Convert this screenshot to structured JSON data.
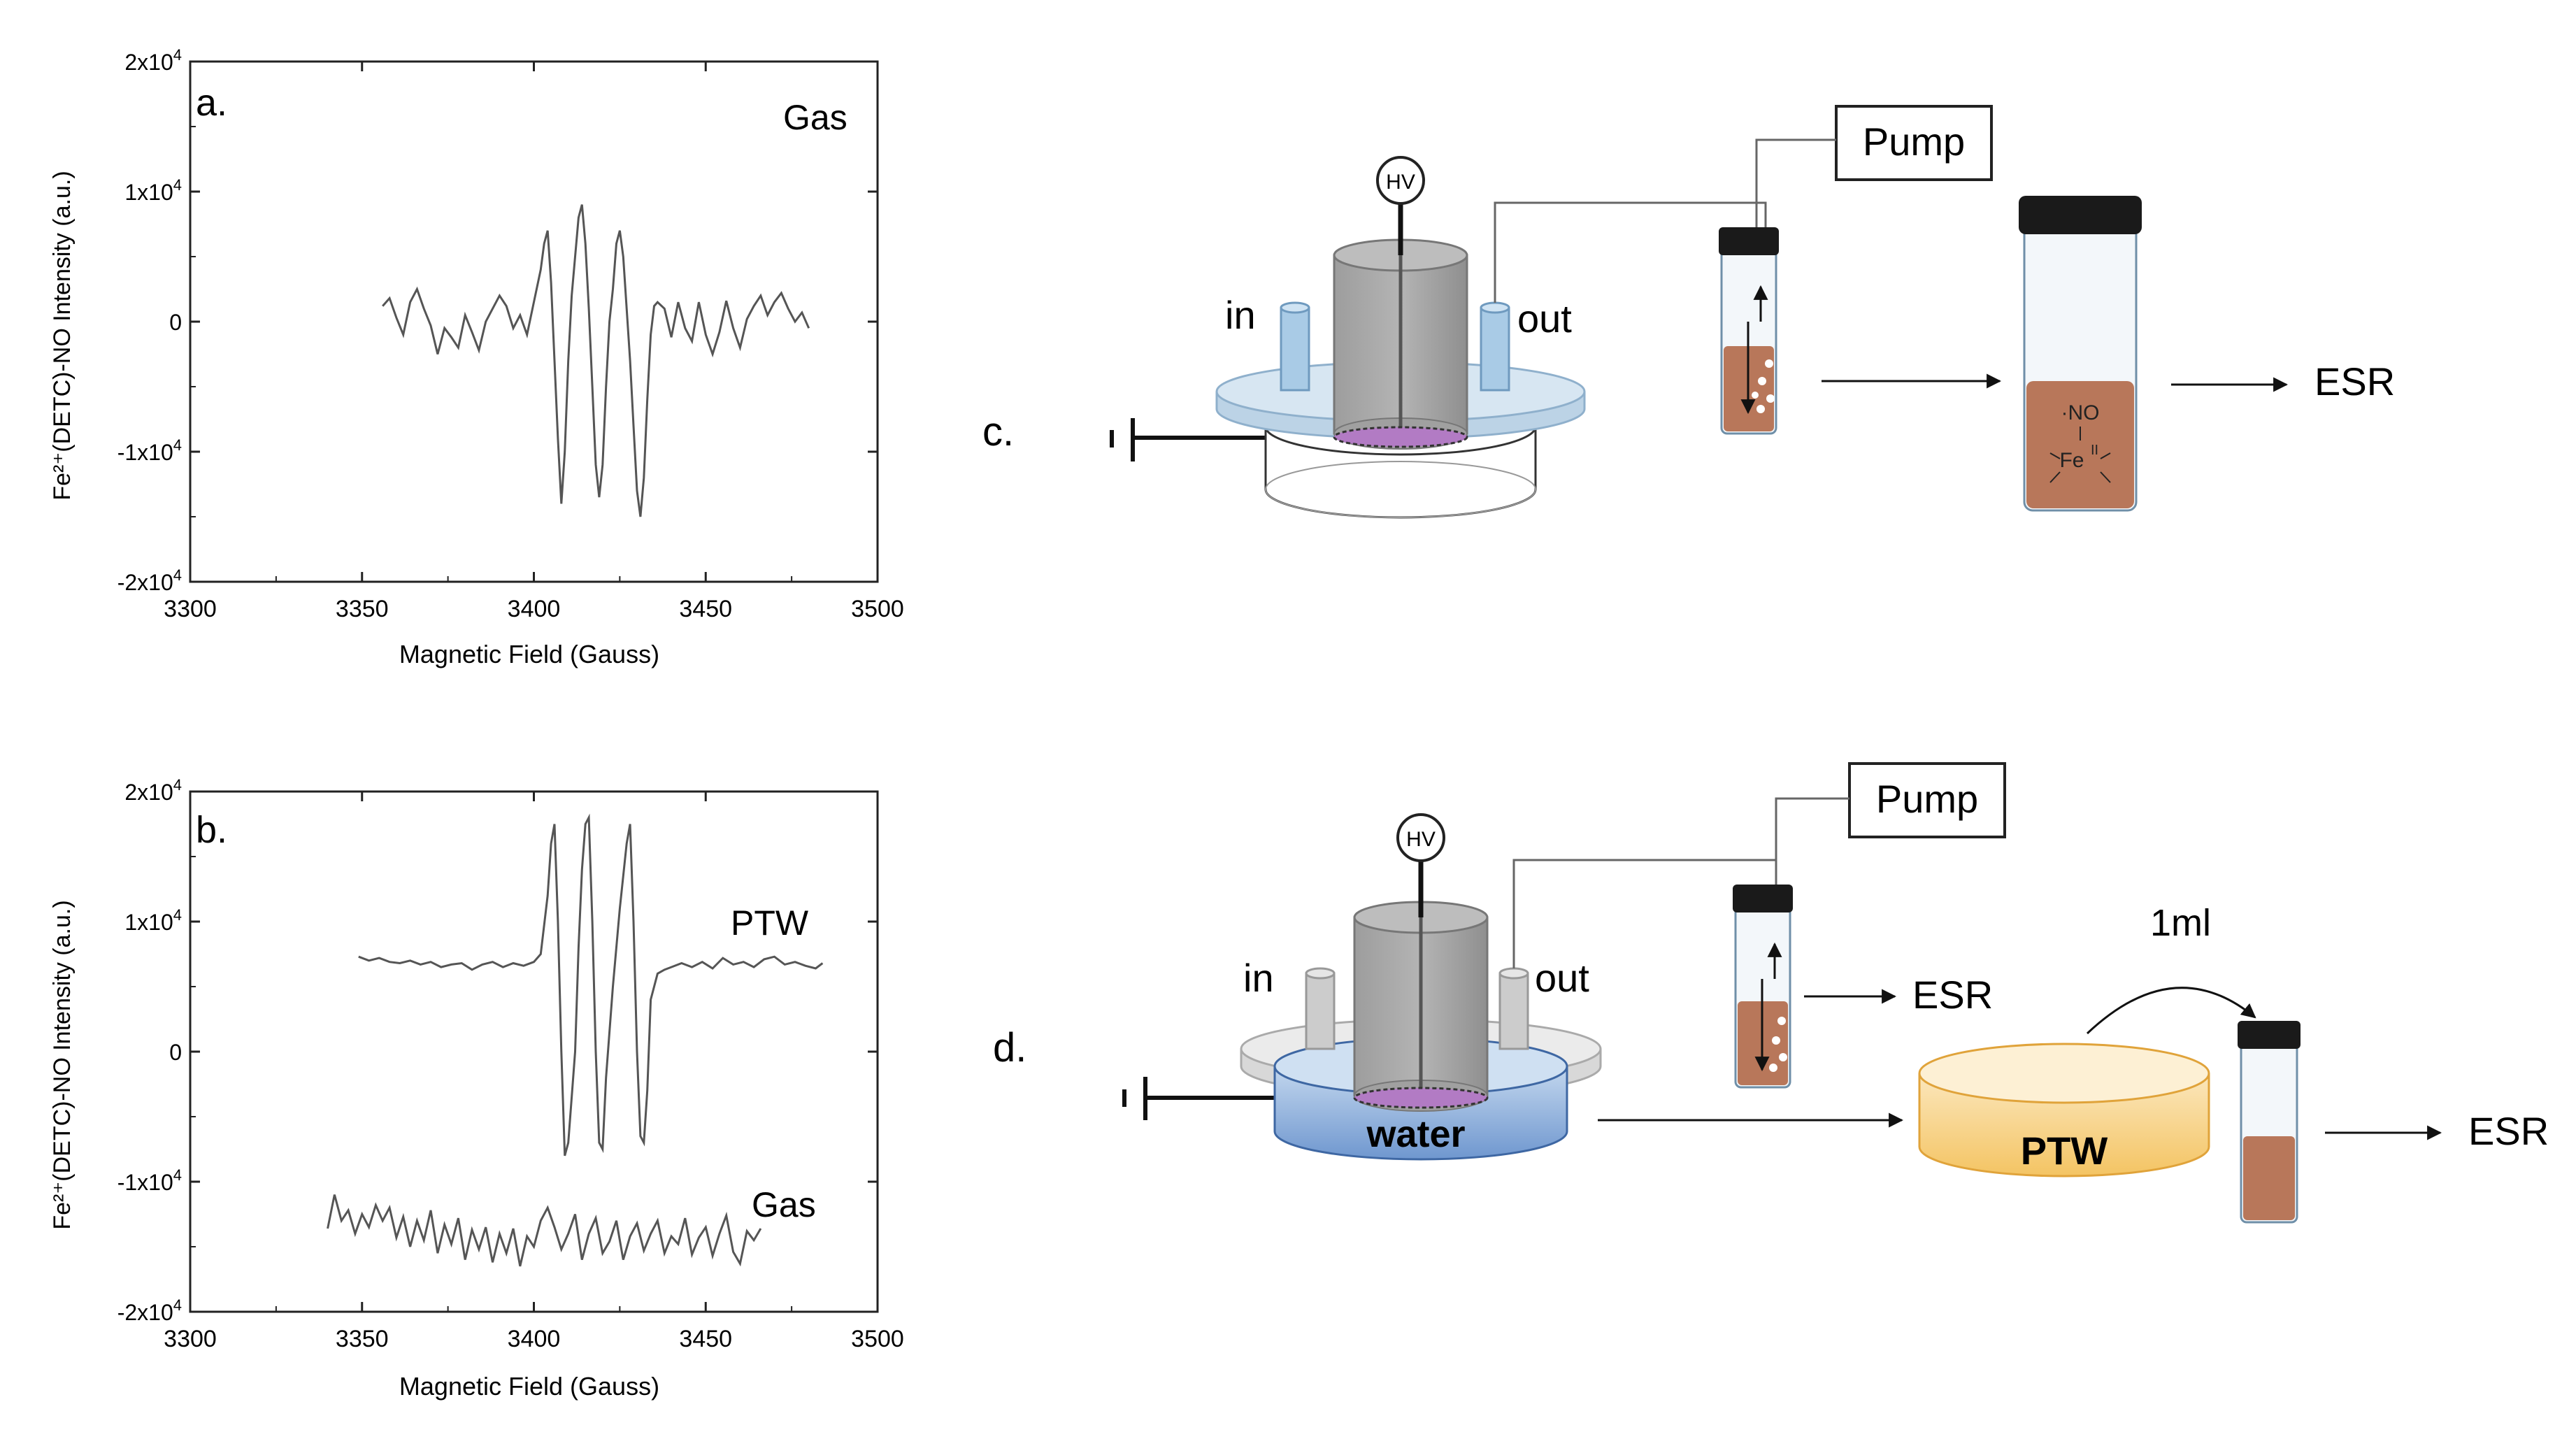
{
  "colors": {
    "axis": "#222222",
    "trace": "#555555",
    "cylinder": "#a3a3a3",
    "cylinder_dark": "#8a8a8a",
    "plate_blue": "#cfe0ee",
    "tube_blue": "#a9cbe6",
    "plate_gray": "#e3e3e3",
    "tube_gray": "#cccccc",
    "liquid": "#b8775a",
    "vial_cap": "#1a1a1a",
    "discharge": "#b27bc4",
    "water": "#7ea6d6",
    "ptw_dish": "#f2b84e",
    "ptw_fill": "#f8d896"
  },
  "chart_data": [
    {
      "type": "line",
      "panel_label": "a.",
      "xlabel": "Magnetic Field (Gauss)",
      "ylabel": "Fe²⁺(DETC)-NO Intensity (a.u.)",
      "xlim": [
        3300,
        3500
      ],
      "ylim": [
        -20000,
        20000
      ],
      "xticks": [
        "3300",
        "3350",
        "3400",
        "3450",
        "3500"
      ],
      "yticks": [
        {
          "base": "2x10",
          "exp": "4",
          "value": 20000
        },
        {
          "base": "1x10",
          "exp": "4",
          "value": 10000
        },
        {
          "base": "0",
          "exp": "",
          "value": 0
        },
        {
          "base": "-1x10",
          "exp": "4",
          "value": -10000
        },
        {
          "base": "-2x10",
          "exp": "4",
          "value": -20000
        }
      ],
      "grid": false,
      "series": [
        {
          "name": "Gas",
          "x": [
            3356,
            3358,
            3360,
            3362,
            3364,
            3366,
            3368,
            3370,
            3372,
            3374,
            3376,
            3378,
            3380,
            3382,
            3384,
            3386,
            3388,
            3390,
            3392,
            3394,
            3396,
            3398,
            3400,
            3402,
            3403,
            3404,
            3405,
            3406,
            3407,
            3408,
            3409,
            3410,
            3411,
            3412,
            3413,
            3414,
            3415,
            3416,
            3417,
            3418,
            3419,
            3420,
            3421,
            3422,
            3423,
            3424,
            3425,
            3426,
            3427,
            3428,
            3429,
            3430,
            3431,
            3432,
            3433,
            3434,
            3435,
            3436,
            3438,
            3440,
            3442,
            3444,
            3446,
            3448,
            3450,
            3452,
            3454,
            3456,
            3458,
            3460,
            3462,
            3464,
            3466,
            3468,
            3470,
            3472,
            3474,
            3476,
            3478,
            3480
          ],
          "y": [
            1200,
            1800,
            300,
            -1000,
            1500,
            2500,
            1000,
            -300,
            -2500,
            -500,
            -1200,
            -2000,
            500,
            -800,
            -2200,
            0,
            1000,
            2000,
            1200,
            -500,
            500,
            -1000,
            1500,
            4000,
            6000,
            7000,
            3000,
            -3000,
            -9000,
            -14000,
            -10000,
            -3000,
            2000,
            5000,
            8000,
            9000,
            6000,
            1000,
            -5000,
            -11000,
            -13500,
            -11000,
            -5000,
            0,
            2500,
            6000,
            7000,
            5000,
            1000,
            -3000,
            -8000,
            -13000,
            -15000,
            -12000,
            -6000,
            -1000,
            1200,
            1500,
            1000,
            -1200,
            1500,
            -500,
            -1500,
            1500,
            -1000,
            -2500,
            -800,
            1600,
            -500,
            -2000,
            200,
            1200,
            2000,
            500,
            1500,
            2200,
            1000,
            0,
            700,
            -500
          ]
        }
      ],
      "annotations": [
        "Gas"
      ]
    },
    {
      "type": "line",
      "panel_label": "b.",
      "xlabel": "Magnetic Field (Gauss)",
      "ylabel": "Fe²⁺(DETC)-NO Intensity (a.u.)",
      "xlim": [
        3300,
        3500
      ],
      "ylim": [
        -20000,
        20000
      ],
      "xticks": [
        "3300",
        "3350",
        "3400",
        "3450",
        "3500"
      ],
      "yticks": [
        {
          "base": "2x10",
          "exp": "4",
          "value": 20000
        },
        {
          "base": "1x10",
          "exp": "4",
          "value": 10000
        },
        {
          "base": "0",
          "exp": "",
          "value": 0
        },
        {
          "base": "-1x10",
          "exp": "4",
          "value": -10000
        },
        {
          "base": "-2x10",
          "exp": "4",
          "value": -20000
        }
      ],
      "grid": false,
      "series": [
        {
          "name": "PTW",
          "x": [
            3349,
            3352,
            3355,
            3358,
            3361,
            3364,
            3367,
            3370,
            3373,
            3376,
            3379,
            3382,
            3385,
            3388,
            3391,
            3394,
            3397,
            3400,
            3402,
            3404,
            3405,
            3406,
            3407,
            3408,
            3409,
            3410,
            3412,
            3413,
            3414,
            3415,
            3416,
            3417,
            3418,
            3419,
            3420,
            3421,
            3423,
            3425,
            3427,
            3428,
            3429,
            3430,
            3431,
            3432,
            3433,
            3434,
            3436,
            3438,
            3440,
            3443,
            3446,
            3449,
            3452,
            3455,
            3458,
            3461,
            3464,
            3467,
            3470,
            3473,
            3476,
            3479,
            3482,
            3484
          ],
          "y": [
            7300,
            7000,
            7200,
            6900,
            6800,
            7000,
            6700,
            6900,
            6500,
            6700,
            6800,
            6300,
            6700,
            6900,
            6500,
            6800,
            6600,
            6900,
            7500,
            12000,
            16000,
            17500,
            10000,
            0,
            -8000,
            -7000,
            0,
            8000,
            14000,
            17500,
            18000,
            10000,
            0,
            -7000,
            -7500,
            -2000,
            5000,
            11000,
            16000,
            17500,
            10000,
            0,
            -6500,
            -7000,
            -3000,
            4000,
            6000,
            6300,
            6500,
            6800,
            6500,
            6900,
            6400,
            7200,
            6700,
            6900,
            6500,
            7100,
            7300,
            6700,
            6900,
            6600,
            6400,
            6800
          ]
        },
        {
          "name": "Gas",
          "x": [
            3340,
            3342,
            3344,
            3346,
            3348,
            3350,
            3352,
            3354,
            3356,
            3358,
            3360,
            3362,
            3364,
            3366,
            3368,
            3370,
            3372,
            3374,
            3376,
            3378,
            3380,
            3382,
            3384,
            3386,
            3388,
            3390,
            3392,
            3394,
            3396,
            3398,
            3400,
            3402,
            3404,
            3406,
            3408,
            3410,
            3412,
            3414,
            3416,
            3418,
            3420,
            3422,
            3424,
            3426,
            3428,
            3430,
            3432,
            3434,
            3436,
            3438,
            3440,
            3442,
            3444,
            3446,
            3448,
            3450,
            3452,
            3454,
            3456,
            3458,
            3460,
            3462,
            3464,
            3466
          ],
          "y": [
            -13600,
            -11000,
            -13000,
            -12200,
            -14000,
            -12500,
            -13500,
            -11800,
            -13000,
            -12000,
            -14300,
            -12700,
            -15000,
            -13000,
            -14500,
            -12200,
            -15500,
            -13300,
            -14800,
            -12800,
            -16000,
            -13700,
            -15200,
            -13500,
            -16200,
            -14000,
            -15500,
            -13600,
            -16500,
            -14200,
            -15000,
            -13000,
            -12000,
            -13500,
            -15200,
            -14000,
            -12500,
            -16000,
            -14000,
            -12800,
            -15500,
            -14600,
            -13000,
            -16000,
            -14200,
            -13200,
            -15300,
            -14000,
            -13000,
            -15500,
            -14200,
            -14800,
            -12800,
            -15600,
            -14300,
            -13500,
            -15700,
            -14000,
            -12600,
            -15400,
            -16300,
            -13800,
            -14500,
            -13600
          ]
        }
      ],
      "annotations": [
        "PTW",
        "Gas"
      ]
    }
  ],
  "diagram_c": {
    "panel_label": "c.",
    "hv": "HV",
    "inlet": "in",
    "outlet": "out",
    "pump": "Pump",
    "esr": "ESR",
    "no_label": "·NO",
    "fe_label": "Fe",
    "fe_sup": "II"
  },
  "diagram_d": {
    "panel_label": "d.",
    "hv": "HV",
    "inlet": "in",
    "outlet": "out",
    "pump": "Pump",
    "esr_gas": "ESR",
    "water": "water",
    "ptw": "PTW",
    "volume": "1ml",
    "esr_ptw": "ESR"
  }
}
